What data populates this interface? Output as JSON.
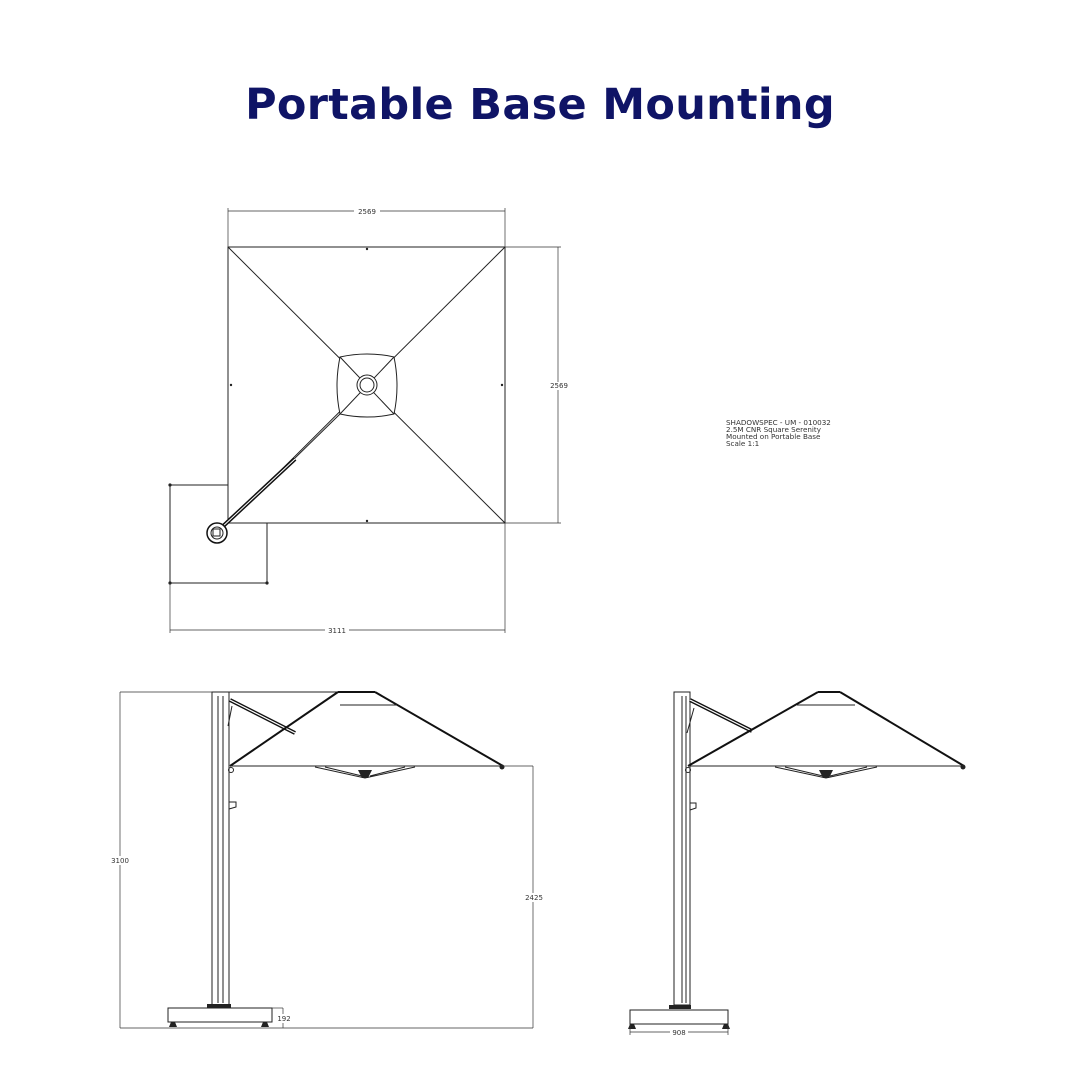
{
  "title": "Portable Base Mounting",
  "colors": {
    "title": "#0f1466",
    "lines": "#222222"
  },
  "plan_view": {
    "dim_top": "2569",
    "dim_right": "2569",
    "dim_bottom": "3111"
  },
  "side_view": {
    "dim_height": "3100",
    "dim_clearance": "2425",
    "dim_base_height": "192"
  },
  "front_view": {
    "dim_base_width": "908"
  },
  "notes": [
    "SHADOWSPEC - UM - 010032",
    "2.5M CNR Square Serenity",
    "Mounted on Portable Base",
    "Scale 1:1"
  ]
}
